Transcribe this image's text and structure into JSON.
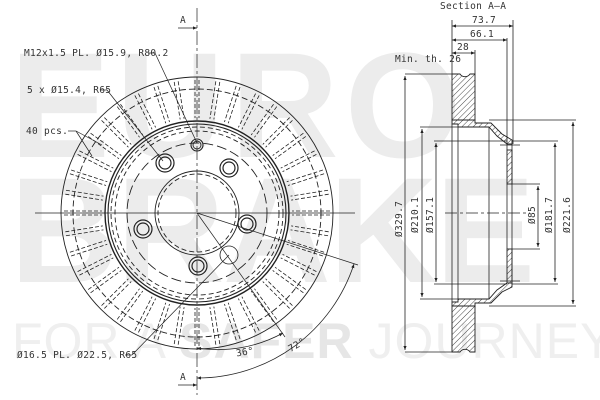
{
  "watermark": {
    "brand_line1": "EURO",
    "brand_line2": "BRAKE",
    "tagline_prefix": "FOR A",
    "tagline_bold": "SAFER",
    "tagline_suffix": "JOURNEY",
    "color": "#ececec"
  },
  "front_view": {
    "section_marker_top": "A",
    "section_marker_bottom": "A",
    "callouts": {
      "thread_holes": "M12x1.5 PL. Ø15.9, R80.2",
      "bolt_holes": "5 x Ø15.4, R65",
      "vanes": "40 pcs.",
      "pilot_hole": "Ø16.5 PL. Ø22.5, R65"
    },
    "angles": {
      "angle_1": "36°",
      "angle_2": "72°"
    }
  },
  "section_view": {
    "title": "Section A–A",
    "min_thickness": "Min. th. 26",
    "dims_horizontal": {
      "overall_height": "73.7",
      "hat_height": "66.1",
      "disc_thickness": "28"
    },
    "dims_vertical": {
      "outer_diameter": "Ø329.7",
      "hat_outer": "Ø210.1",
      "hat_inner": "Ø157.1",
      "center_bore": "Ø85",
      "pcd_face": "Ø181.7",
      "hat_flange": "Ø221.6"
    }
  },
  "colors": {
    "line": "#222222",
    "hatch": "#333333",
    "background": "#ffffff"
  }
}
